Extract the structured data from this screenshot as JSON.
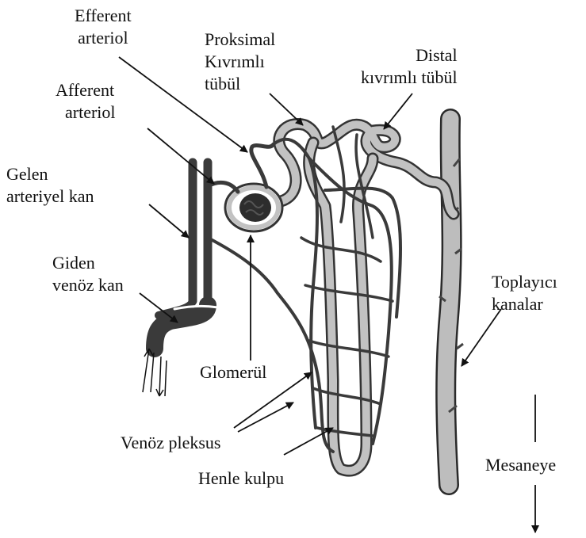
{
  "labels": {
    "efferent_1": "Efferent",
    "efferent_2": "arteriol",
    "proksimal_1": "Proksimal",
    "proksimal_2": "Kıvrımlı",
    "proksimal_3": "tübül",
    "distal_1": "Distal",
    "distal_2": "kıvrımlı tübül",
    "afferent_1": "Afferent",
    "afferent_2": "arteriol",
    "gelen_1": "Gelen",
    "gelen_2": "arteriyel kan",
    "giden_1": "Giden",
    "giden_2": "venöz kan",
    "toplayici_1": "Toplayıcı",
    "toplayici_2": "kanalar",
    "glomerul": "Glomerül",
    "venoz_pleksus": "Venöz pleksus",
    "henle": "Henle kulpu",
    "mesaneye": "Mesaneye"
  },
  "colors": {
    "vessel": "#3a3a3a",
    "tubule": "#b5b5b5",
    "text": "#111111"
  }
}
